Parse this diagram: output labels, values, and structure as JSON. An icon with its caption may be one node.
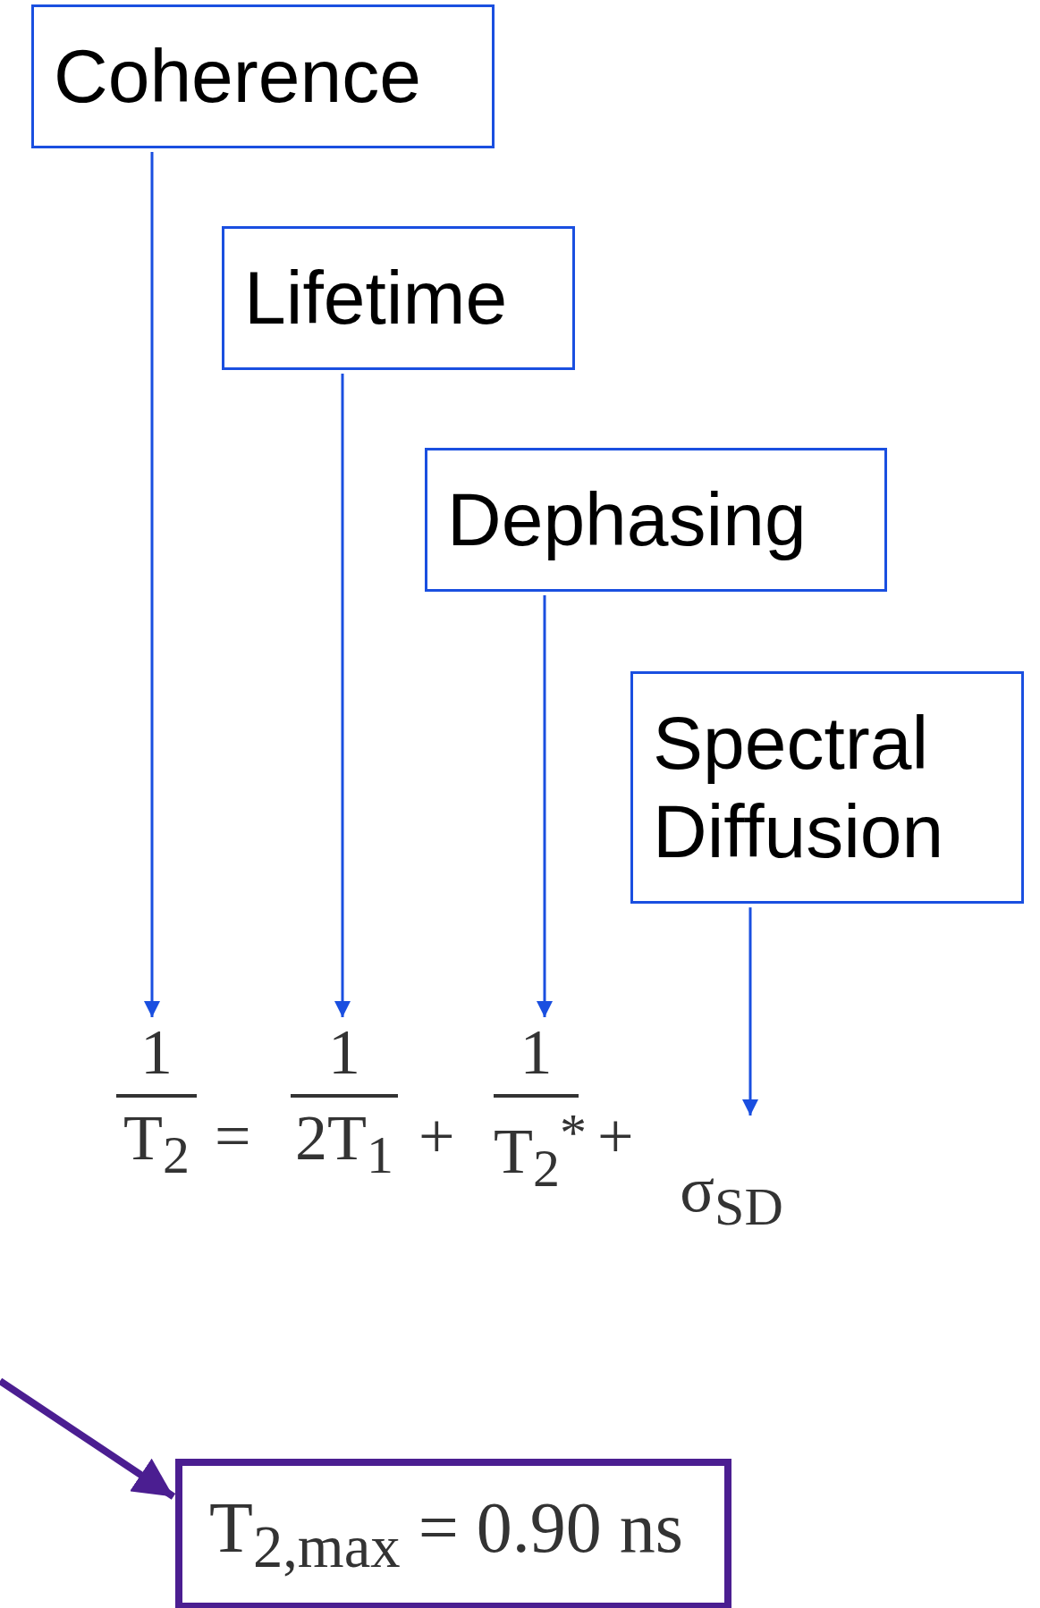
{
  "diagram": {
    "nodes": [
      {
        "text": [
          "Coherence"
        ]
      },
      {
        "text": [
          "Lifetime"
        ]
      },
      {
        "text": [
          "Dephasing"
        ]
      },
      {
        "text": [
          "Spectral Diffusion"
        ]
      },
      {
        "text": [
          "1",
          "T$_{2}$"
        ]
      },
      {
        "text": [
          "1",
          "2T$_{1}$"
        ]
      },
      {
        "text": [
          "1",
          "T$_{2}$$^{*}$"
        ]
      },
      {
        "text": [
          "σ$_{SD}$"
        ]
      },
      {
        "text": [
          "T$_{2,max}$ = 0.90 ns"
        ]
      }
    ],
    "edges": [
      {
        "from": 0,
        "to": 4,
        "arrow": "to"
      },
      {
        "from": 1,
        "to": 5,
        "arrow": "to"
      },
      {
        "from": 2,
        "to": 6,
        "arrow": "to"
      },
      {
        "from": 3,
        "to": 7,
        "arrow": "to"
      },
      {
        "from": null,
        "to": 8,
        "arrow": "to",
        "style": "thick",
        "color": "#4b1e91"
      }
    ],
    "labels": [
      "=",
      "+",
      "+"
    ]
  }
}
